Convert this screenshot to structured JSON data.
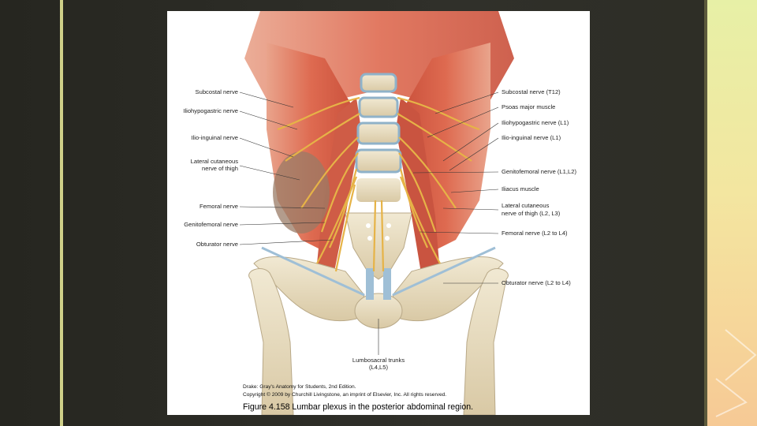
{
  "colors": {
    "slide_background": "#2b2b22",
    "accent_rule": "#cfd089",
    "muscle": "#d9624a",
    "bone": "#e8ddc2",
    "nerve": "#e6b347",
    "ligament": "#9fbfd6"
  },
  "figure": {
    "left_labels": [
      "Subcostal nerve",
      "Iliohypogastric nerve",
      "Ilio-inguinal nerve",
      "Lateral cutaneous",
      "nerve of thigh",
      "Femoral nerve",
      "Genitofemoral nerve",
      "Obturator nerve"
    ],
    "right_labels": [
      "Subcostal nerve (T12)",
      "Psoas major muscle",
      "Iliohypogastric nerve (L1)",
      "Ilio-inguinal nerve (L1)",
      "Genitofemoral nerve (L1,L2)",
      "Iliacus muscle",
      "Lateral cutaneous",
      "nerve of thigh (L2, L3)",
      "Femoral nerve (L2 to L4)",
      "Obturator nerve (L2 to L4)"
    ],
    "bottom_label_line1": "Lumbosacral trunks",
    "bottom_label_line2": "(L4,L5)",
    "credit_source": "Drake: Gray's Anatomy for Students, 2nd Edition.",
    "credit_copyright": "Copyright © 2009 by Churchill Livingstone, an imprint of Elsevier, Inc. All rights reserved.",
    "caption": "Figure 4.158 Lumbar plexus in the posterior abdominal region."
  }
}
